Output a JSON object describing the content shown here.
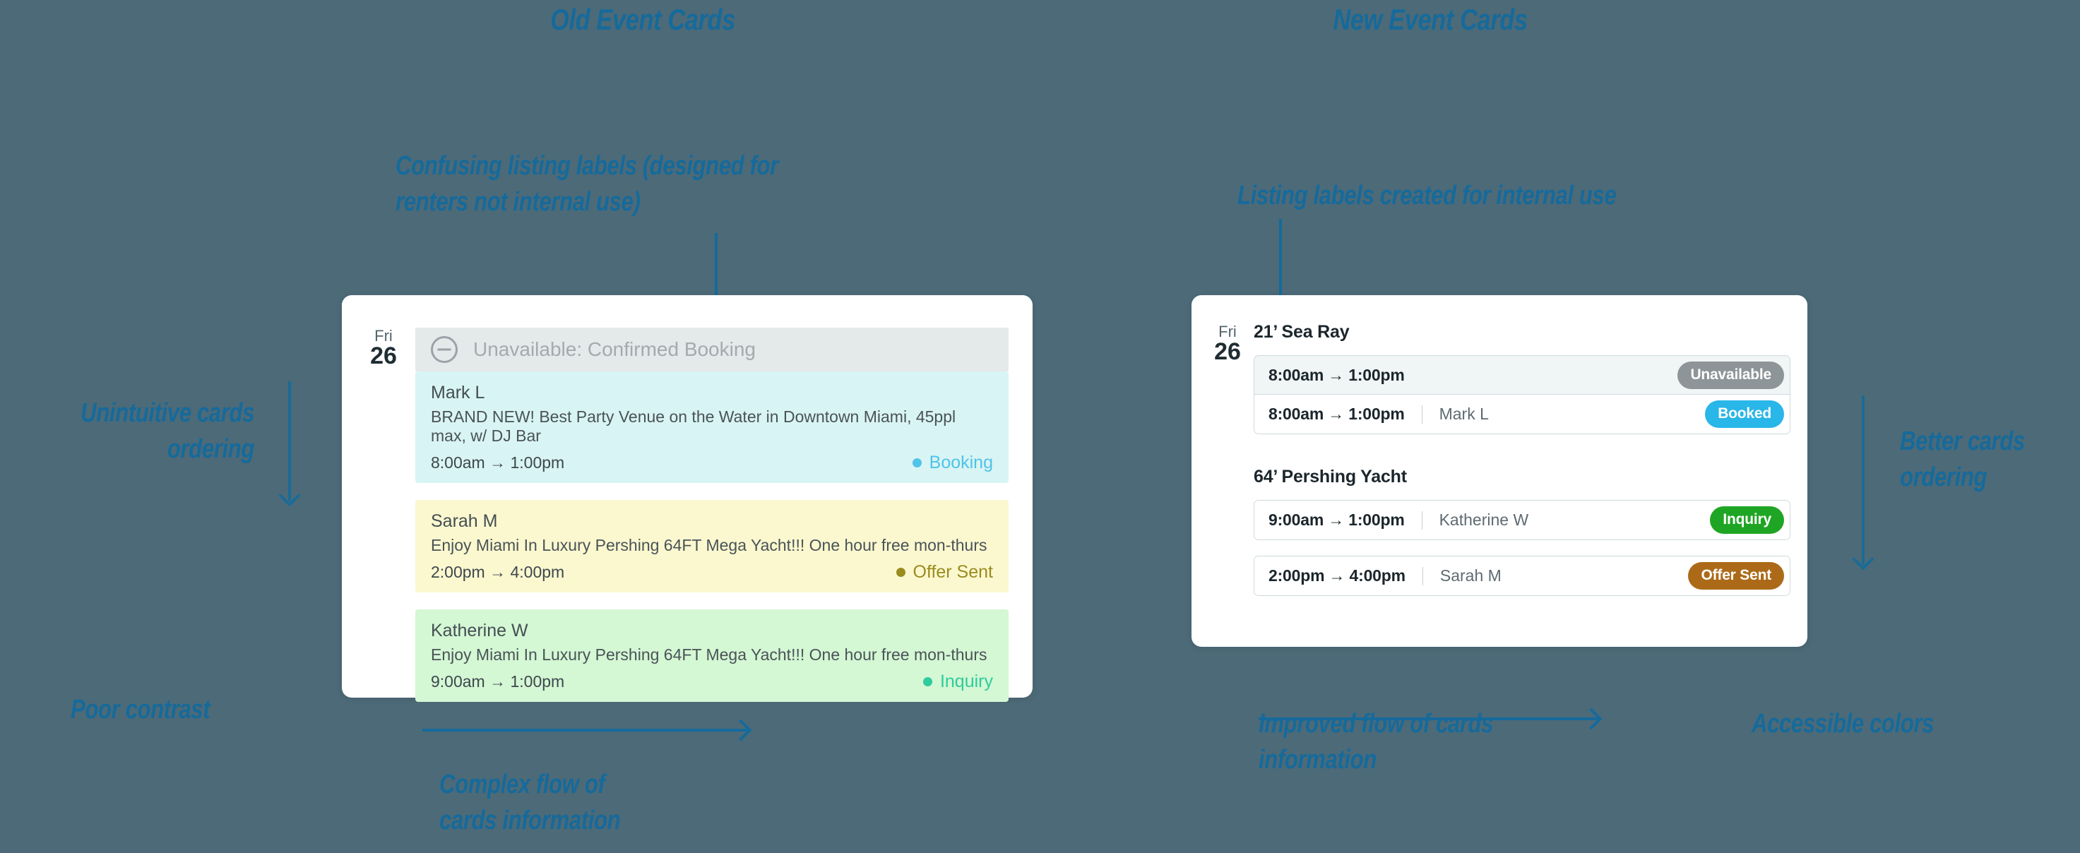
{
  "theme": {
    "background": "#4d6a78",
    "annotation_color": "#156A9B",
    "card_background": "#ffffff"
  },
  "annotations": {
    "old_header": "Old Event Cards",
    "new_header": "New Event Cards",
    "old_listing_labels": "Confusing listing labels (designed for\nrenters not internal use)",
    "new_listing_labels": "Listing labels created for internal use",
    "old_ordering": "Unintuitive cards\nordering",
    "new_ordering": "Better cards\nordering",
    "poor_contrast": "Poor contrast",
    "old_flow": "Complex flow of\ncards information",
    "new_flow": "Improved flow of cards\ninformation",
    "accessible_colors": "Accessible colors"
  },
  "old_card": {
    "date": {
      "weekday": "Fri",
      "day": "26"
    },
    "unavailable_banner": {
      "icon": "minus-circle-icon",
      "label": "Unavailable: Confirmed Booking",
      "background": "#e4e9ea",
      "text_color": "#a3abaf"
    },
    "events": [
      {
        "guest": "Mark L",
        "listing": "BRAND NEW! Best Party Venue on the Water in Downtown Miami, 45ppl max, w/ DJ Bar",
        "time": "8:00am → 1:00pm",
        "status": "Booking",
        "status_color": "#4fc3e8",
        "background": "#d9f4f4"
      },
      {
        "guest": "Sarah M",
        "listing": "Enjoy Miami In Luxury Pershing 64FT Mega Yacht!!! One hour free mon-thurs",
        "time": "2:00pm → 4:00pm",
        "status": "Offer Sent",
        "status_color": "#9a8b1f",
        "background": "#fbf8cf"
      },
      {
        "guest": "Katherine W",
        "listing": "Enjoy Miami In Luxury Pershing 64FT Mega Yacht!!! One hour free mon-thurs",
        "time": "9:00am → 1:00pm",
        "status": "Inquiry",
        "status_color": "#2ecc9c",
        "background": "#d4f7d4"
      }
    ]
  },
  "new_card": {
    "date": {
      "weekday": "Fri",
      "day": "26"
    },
    "listings": [
      {
        "title": "21’ Sea Ray",
        "rows": [
          {
            "time": "8:00am → 1:00pm",
            "guest": "",
            "status": "Unavailable",
            "status_color": "#8d9598",
            "tinted": true
          },
          {
            "time": "8:00am → 1:00pm",
            "guest": "Mark L",
            "status": "Booked",
            "status_color": "#29b6e8",
            "tinted": false
          }
        ]
      },
      {
        "title": "64’ Pershing Yacht",
        "rows": [
          {
            "time": "9:00am → 1:00pm",
            "guest": "Katherine W",
            "status": "Inquiry",
            "status_color": "#1fa524",
            "tinted": false
          },
          {
            "time": "2:00pm → 4:00pm",
            "guest": "Sarah M",
            "status": "Offer Sent",
            "status_color": "#ac6a18",
            "tinted": false
          }
        ]
      }
    ]
  }
}
